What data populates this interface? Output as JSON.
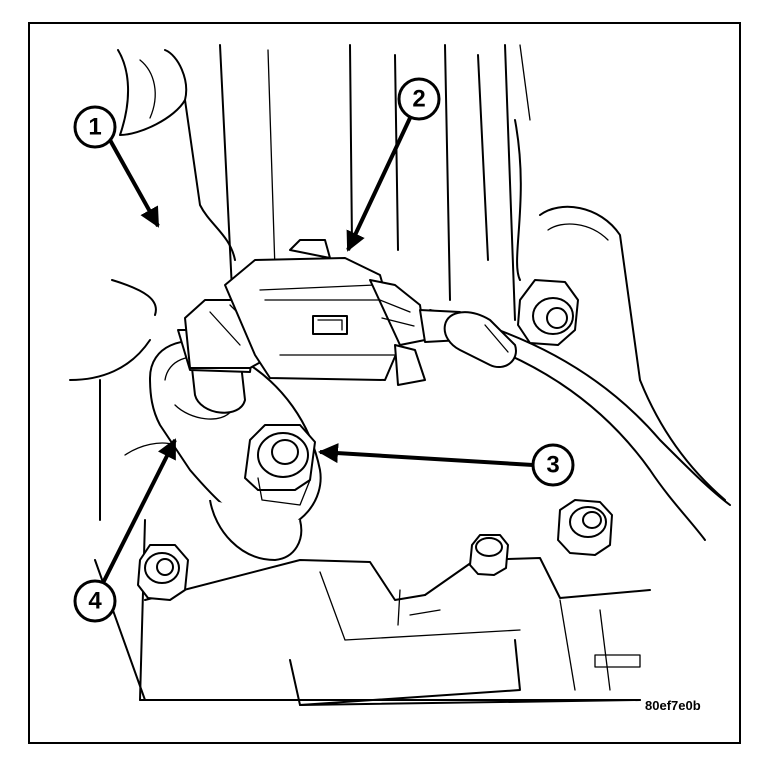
{
  "figure": {
    "code": "80ef7e0b",
    "callouts": [
      {
        "number": "1"
      },
      {
        "number": "2"
      },
      {
        "number": "3"
      },
      {
        "number": "4"
      }
    ]
  }
}
